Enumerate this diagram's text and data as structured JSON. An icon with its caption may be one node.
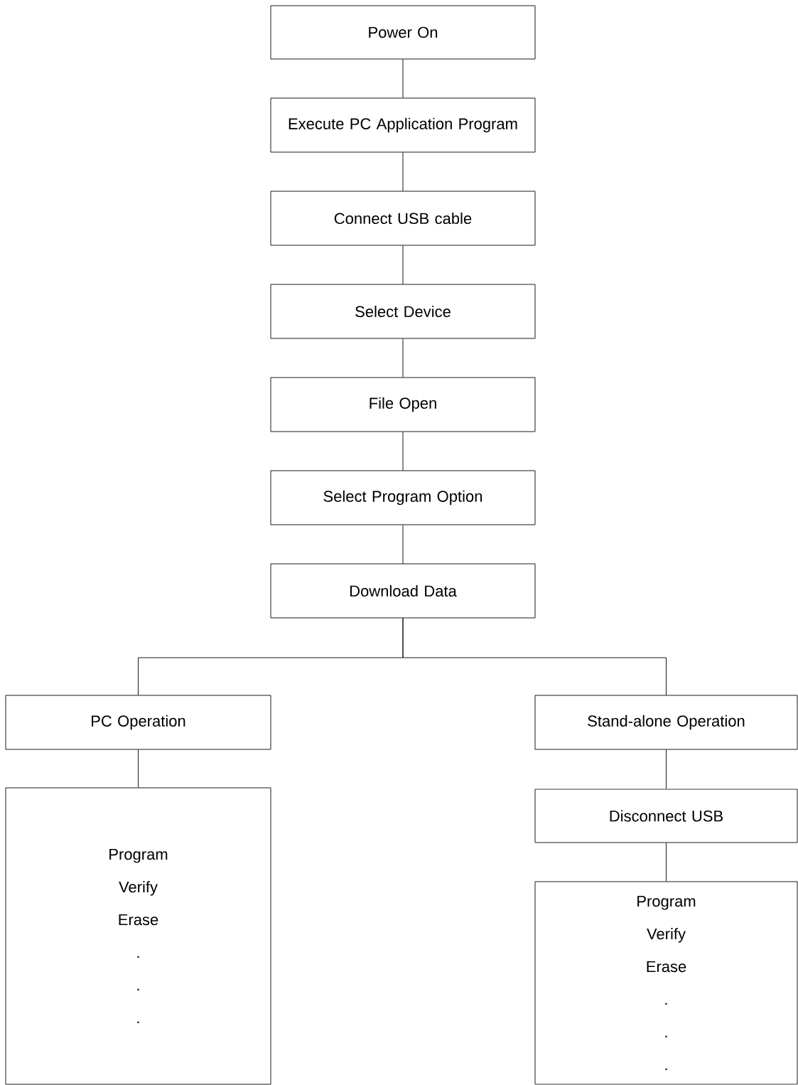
{
  "diagram": {
    "nodes": [
      {
        "text": [
          "Power On"
        ]
      },
      {
        "text": [
          "Execute PC Application Program"
        ]
      },
      {
        "text": [
          "Connect USB cable"
        ]
      },
      {
        "text": [
          "Select Device"
        ]
      },
      {
        "text": [
          "File Open"
        ]
      },
      {
        "text": [
          "Select Program Option"
        ]
      },
      {
        "text": [
          "Download Data"
        ]
      },
      {
        "text": [
          "PC Operation"
        ]
      },
      {
        "text": [
          "Stand-alone Operation"
        ]
      },
      {
        "text": [
          "Program",
          "Verify",
          "Erase",
          ".",
          ".",
          "."
        ]
      },
      {
        "text": [
          "Disconnect USB"
        ]
      },
      {
        "text": [
          "Program",
          "Verify",
          "Erase",
          ".",
          ".",
          "."
        ]
      }
    ],
    "edges": [
      {
        "from": 0,
        "to": 1,
        "arrow": "none"
      },
      {
        "from": 1,
        "to": 2,
        "arrow": "none"
      },
      {
        "from": 2,
        "to": 3,
        "arrow": "none"
      },
      {
        "from": 3,
        "to": 4,
        "arrow": "none"
      },
      {
        "from": 4,
        "to": 5,
        "arrow": "none"
      },
      {
        "from": 5,
        "to": 6,
        "arrow": "none"
      },
      {
        "from": 6,
        "to": 7,
        "arrow": "none"
      },
      {
        "from": 6,
        "to": 8,
        "arrow": "none"
      },
      {
        "from": 7,
        "to": 9,
        "arrow": "none"
      },
      {
        "from": 8,
        "to": 10,
        "arrow": "none"
      },
      {
        "from": 10,
        "to": 11,
        "arrow": "none"
      }
    ]
  }
}
